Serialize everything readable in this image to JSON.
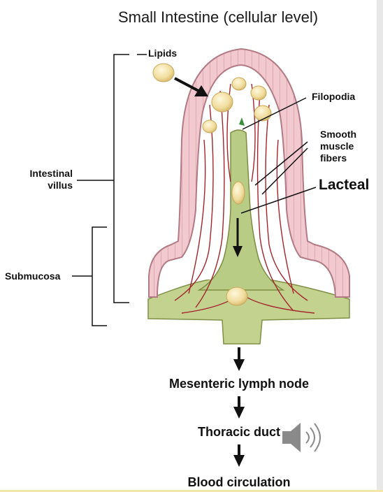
{
  "title": "Small Intestine (cellular level)",
  "labels": {
    "lipids": "Lipids",
    "filopodia": "Filopodia",
    "smooth_muscle": [
      "Smooth",
      "muscle",
      "fibers"
    ],
    "lacteal": "Lacteal",
    "intestinal_villus": [
      "Intestinal",
      "villus"
    ],
    "submucosa": "Submucosa"
  },
  "flow": [
    "Mesenteric lymph node",
    "Thoracic duct",
    "Blood circulation"
  ],
  "icons": [
    "speaker-icon"
  ],
  "colors": {
    "epithelium": "#eec3c9",
    "lacteal_tissue": "#bfcf8c",
    "capillary": "#a3252c",
    "lipid": "#f2dfa2"
  }
}
